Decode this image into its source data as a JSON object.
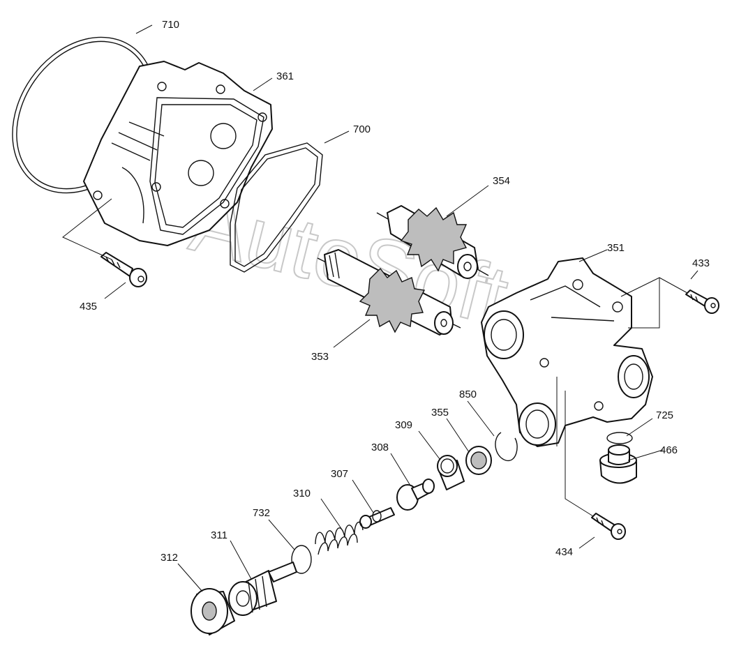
{
  "watermark": "AutoSoft.ru",
  "callouts": {
    "p710": "710",
    "p361": "361",
    "p700": "700",
    "p354": "354",
    "p351": "351",
    "p433": "433",
    "p435": "435",
    "p353": "353",
    "p850": "850",
    "p355": "355",
    "p309": "309",
    "p308": "308",
    "p725": "725",
    "p466": "466",
    "p307": "307",
    "p310": "310",
    "p732": "732",
    "p311": "311",
    "p312": "312",
    "p434": "434"
  }
}
